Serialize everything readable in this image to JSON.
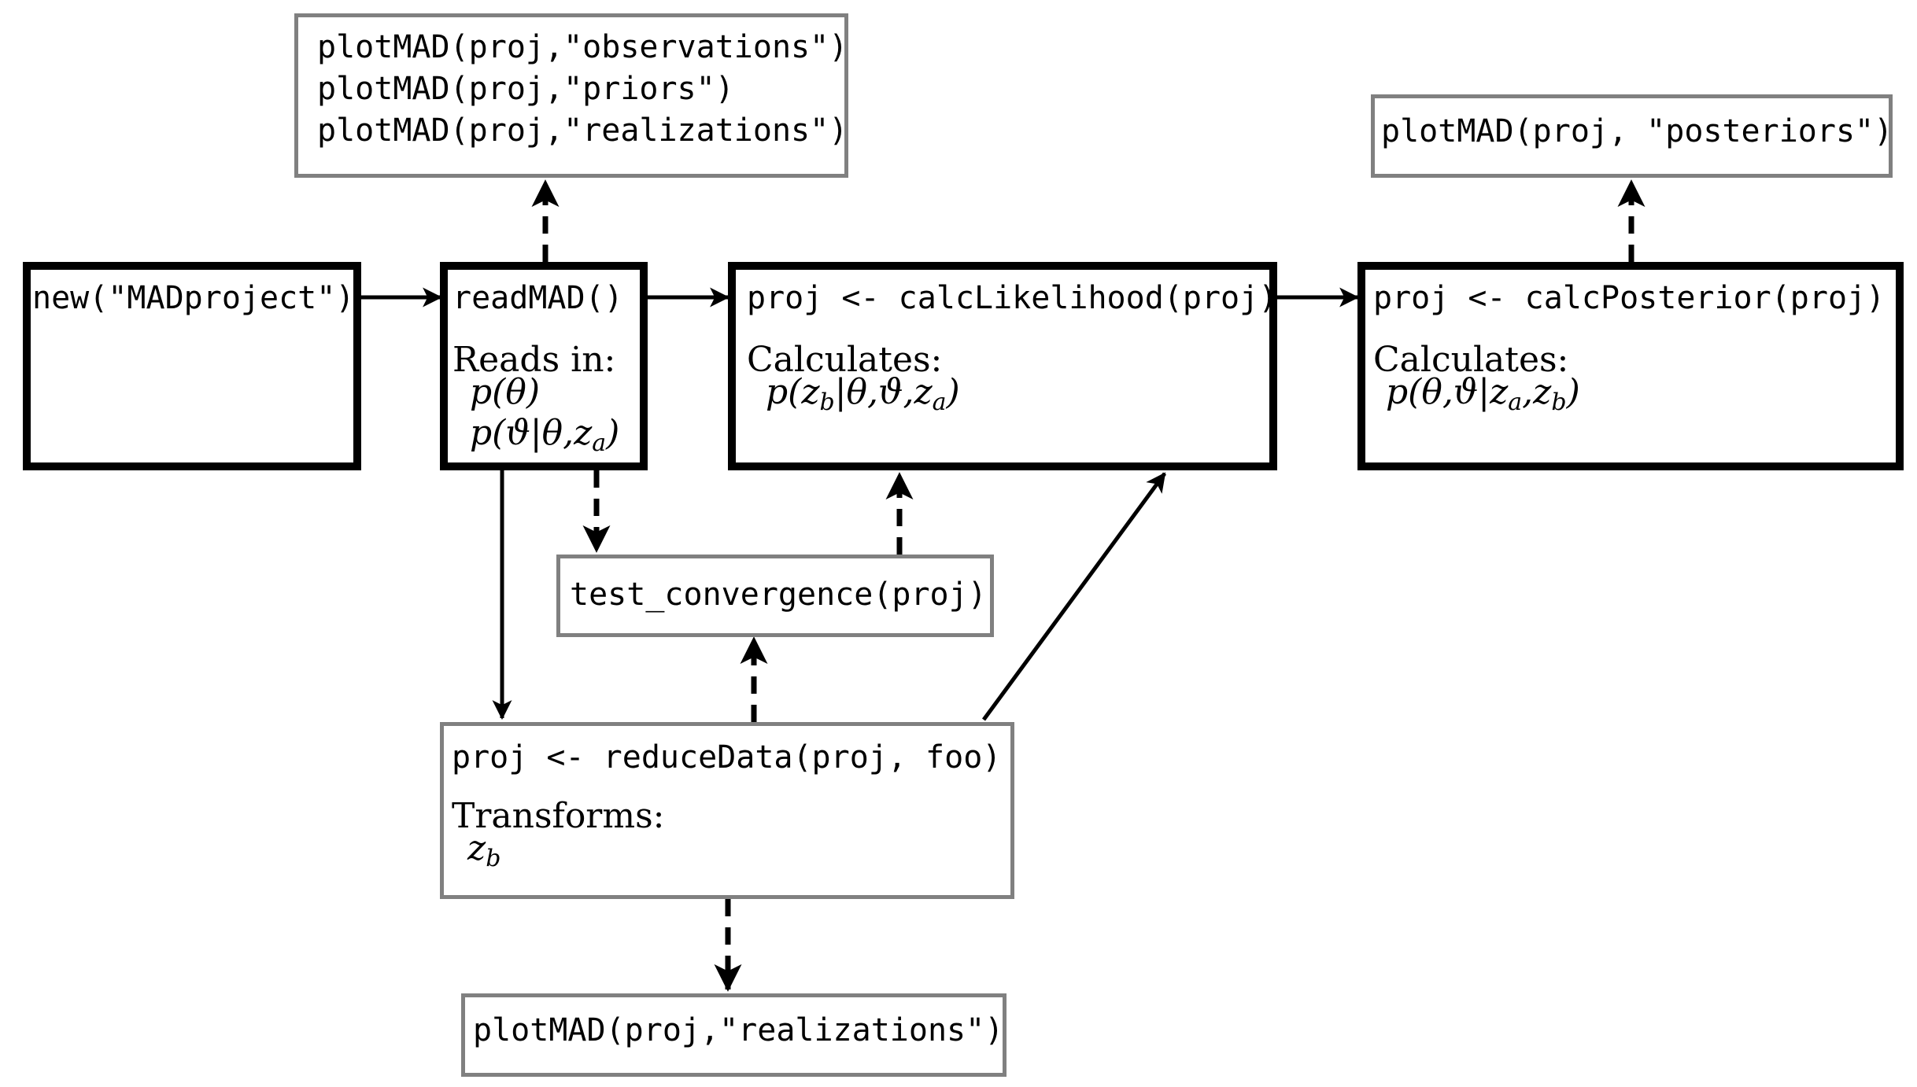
{
  "boxes": {
    "plot_top_left": [
      "plotMAD(proj,\"observations\")",
      "plotMAD(proj,\"priors\")",
      "plotMAD(proj,\"realizations\")"
    ],
    "plot_posteriors": "plotMAD(proj, \"posteriors\")",
    "new_project": "new(\"MADproject\")",
    "read_mad": {
      "code": "readMAD()",
      "desc": "Reads in:",
      "math": [
        {
          "a": "p(θ)",
          "sub": "",
          "b": ""
        },
        {
          "a": "p(ϑ|θ,z",
          "sub": "a",
          "b": ")"
        }
      ]
    },
    "calc_likelihood": {
      "code": "proj <- calcLikelihood(proj)",
      "desc": "Calculates:",
      "math": {
        "a": "p(z",
        "sub1": "b",
        "b": "|θ,ϑ,z",
        "sub2": "a",
        "c": ")"
      }
    },
    "calc_posterior": {
      "code": "proj <- calcPosterior(proj)",
      "desc": "Calculates:",
      "math": {
        "a": "p(θ,ϑ|z",
        "sub1": "a",
        "b": ",z",
        "sub2": "b",
        "c": ")"
      }
    },
    "test_convergence": "test_convergence(proj)",
    "reduce_data": {
      "code": "proj <- reduceData(proj, foo)",
      "desc": "Transforms:",
      "math": {
        "a": "z",
        "sub": "b"
      }
    },
    "plot_bottom": "plotMAD(proj,\"realizations\")"
  },
  "colors": {
    "thick_border": "#000000",
    "thin_border": "#808080",
    "arrow": "#000000"
  }
}
